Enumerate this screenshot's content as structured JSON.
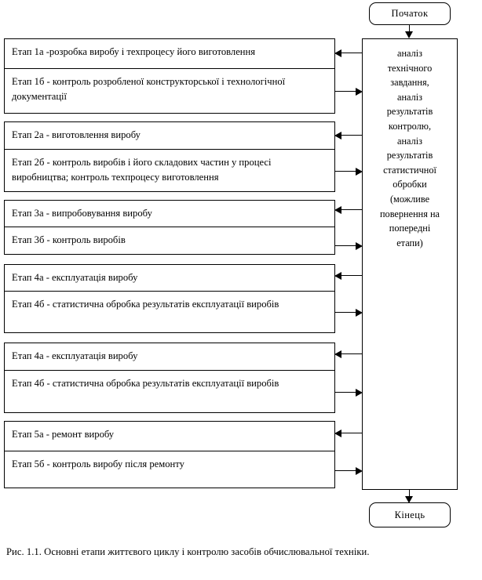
{
  "figure": {
    "caption": "Рис. 1.1. Основні етапи життєвого циклу і контролю засобів обчислювальної техніки."
  },
  "nodes": {
    "start": {
      "label": "Початок"
    },
    "end": {
      "label": "Кінець"
    }
  },
  "central_column": {
    "lines": [
      "аналіз",
      "технічного",
      "завдання,",
      "аналіз",
      "результатів",
      "контролю,",
      "аналіз",
      "результатів",
      "статистичної",
      "обробки",
      "(можливе",
      "повернення на",
      "попередні",
      "етапи)"
    ],
    "text": "аналіз технічного завдання, аналіз результатів контролю, аналіз результатів статистичної обробки (можливе повернення на попередні етапи)"
  },
  "stage_groups": [
    {
      "id": "group-1",
      "cells": [
        {
          "id": "stage-1a",
          "text": "Етап 1а -розробка виробу і техпроцесу його виготовлення"
        },
        {
          "id": "stage-1b",
          "text": "Етап 1б - контроль розробленої конструкторської і технологічної документації"
        }
      ]
    },
    {
      "id": "group-2",
      "cells": [
        {
          "id": "stage-2a",
          "text": "Етап 2а - виготовлення виробу"
        },
        {
          "id": "stage-2b",
          "text": "Етап 2б - контроль виробів і його складових частин у процесі виробництва; контроль техпроцесу виготовлення"
        }
      ]
    },
    {
      "id": "group-3",
      "cells": [
        {
          "id": "stage-3a",
          "text": "Етап 3а - випробовування виробу"
        },
        {
          "id": "stage-3b",
          "text": "Етап 3б - контроль виробів"
        }
      ]
    },
    {
      "id": "group-4",
      "cells": [
        {
          "id": "stage-4a",
          "text": "Етап 4а - експлуатація виробу"
        },
        {
          "id": "stage-4b",
          "text": "Етап 4б - статистична обробка результатів експлуатації виробів"
        }
      ]
    },
    {
      "id": "group-5",
      "cells": [
        {
          "id": "stage-4a-repeat",
          "text": "Етап 4а - експлуатація виробу"
        },
        {
          "id": "stage-4b-repeat",
          "text": "Етап 4б - статистична обробка результатів експлуатації виробів"
        }
      ]
    },
    {
      "id": "group-6",
      "cells": [
        {
          "id": "stage-5a",
          "text": "Етап 5а - ремонт виробу"
        },
        {
          "id": "stage-5b",
          "text": "Етап 5б - контроль виробу після ремонту"
        }
      ]
    }
  ],
  "colors": {
    "stroke": "#000000",
    "background": "#ffffff"
  }
}
